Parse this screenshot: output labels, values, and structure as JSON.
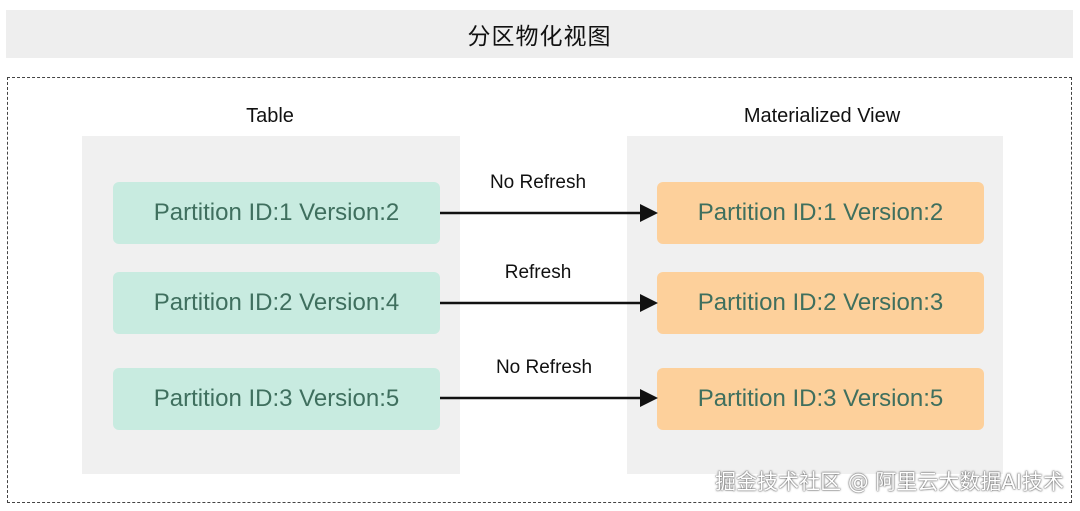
{
  "header": {
    "title": "分区物化视图"
  },
  "table_section": {
    "title": "Table",
    "partitions": [
      "Partition ID:1 Version:2",
      "Partition ID:2 Version:4",
      "Partition ID:3 Version:5"
    ]
  },
  "view_section": {
    "title": "Materialized View",
    "partitions": [
      "Partition ID:1 Version:2",
      "Partition ID:2 Version:3",
      "Partition ID:3 Version:5"
    ]
  },
  "arrows": [
    "No Refresh",
    "Refresh",
    "No Refresh"
  ],
  "colors": {
    "table_partition": "#c8ebe0",
    "view_partition": "#fdd09b",
    "partition_text": "#3f6f5e",
    "panel": "#f0f0f0"
  },
  "watermark": "掘金技术社区 @ 阿里云大数据AI技术"
}
